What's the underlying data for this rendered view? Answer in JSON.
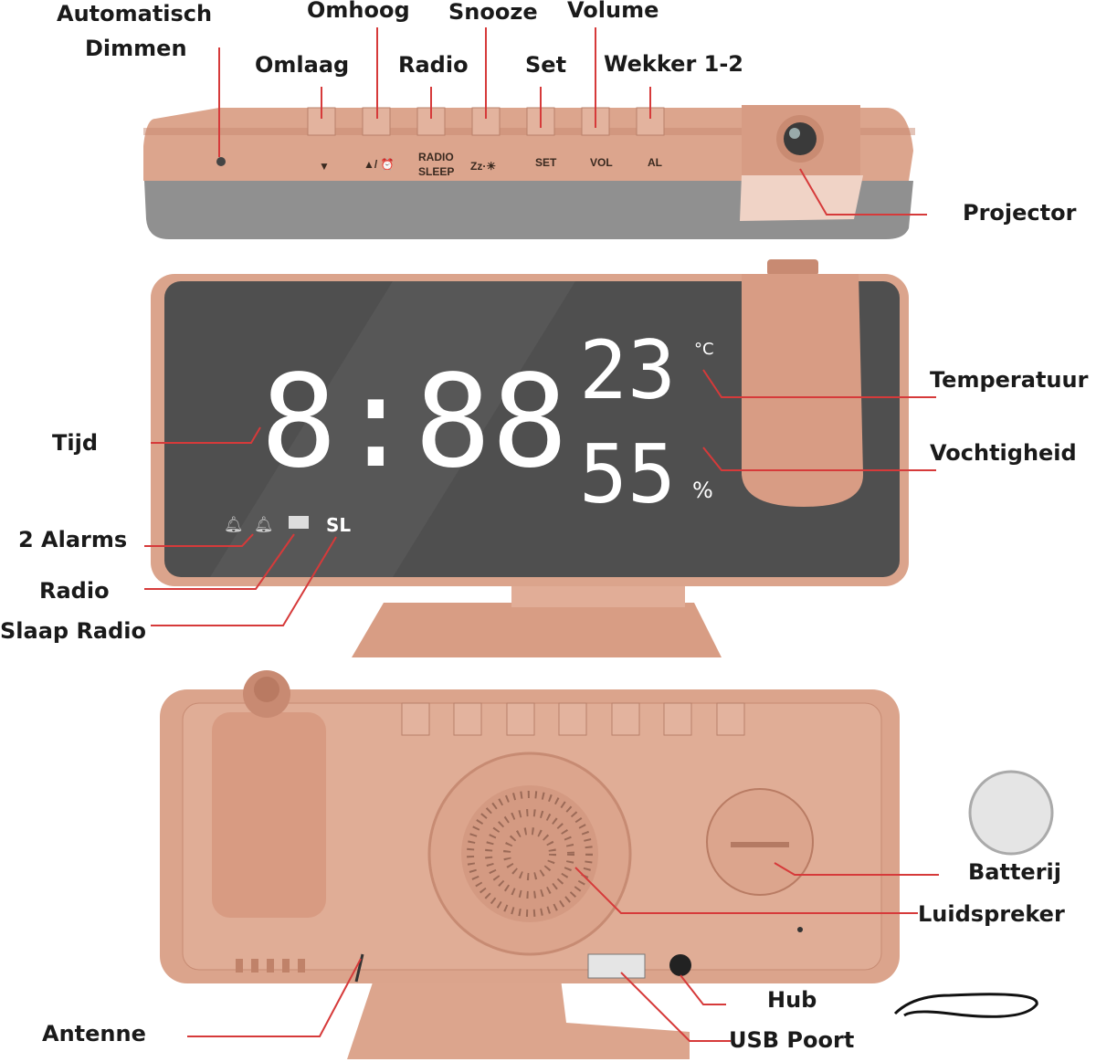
{
  "labels": {
    "auto_dim_1": "Automatisch",
    "auto_dim_2": "Dimmen",
    "omhoog": "Omhoog",
    "snooze": "Snooze",
    "volume": "Volume",
    "omlaag": "Omlaag",
    "radio_top": "Radio",
    "set": "Set",
    "wekker": "Wekker 1-2",
    "projector": "Projector",
    "temperatuur": "Temperatuur",
    "vochtigheid": "Vochtigheid",
    "tijd": "Tijd",
    "alarms": "2 Alarms",
    "radio": "Radio",
    "slaap_radio": "Slaap Radio",
    "batterij": "Batterij",
    "luidspreker": "Luidspreker",
    "hub": "Hub",
    "usb": "USB Poort",
    "antenne": "Antenne"
  },
  "buttons_top": {
    "down": "▼",
    "up": "▲/ ⏰",
    "radio1": "RADIO",
    "radio2": "SLEEP",
    "snooze": "Zz·☀",
    "set": "SET",
    "vol": "VOL",
    "al": "AL"
  },
  "display": {
    "time": "8:88",
    "temperature": "23",
    "temp_unit": "°C",
    "humidity": "55",
    "humidity_unit": "%",
    "sleep_indicator": "SL"
  },
  "colors": {
    "rose_gold": "#dba48c",
    "screen": "#4f4f4f",
    "leader_line": "#d63a3a"
  }
}
